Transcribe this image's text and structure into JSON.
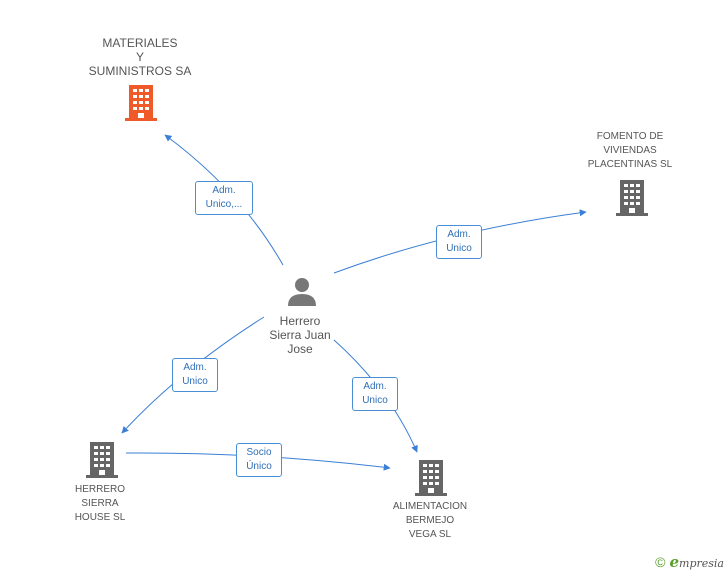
{
  "nodes": {
    "materiales": {
      "label": "MATERIALES\nY\nSUMINISTROS SA",
      "color": "#f05a28"
    },
    "fomento": {
      "label": "FOMENTO DE\nVIVIENDAS\nPLACENTINAS SL",
      "color": "#666666"
    },
    "person": {
      "label": "Herrero\nSierra Juan\nJose",
      "color": "#777777"
    },
    "herrero_house": {
      "label": "HERRERO\nSIERRA\nHOUSE SL",
      "color": "#666666"
    },
    "alimentacion": {
      "label": "ALIMENTACION\nBERMEJO\nVEGA SL",
      "color": "#666666"
    }
  },
  "edges": [
    {
      "id": "person-materiales",
      "label": "Adm.\nUnico,..."
    },
    {
      "id": "person-fomento",
      "label": "Adm.\nUnico"
    },
    {
      "id": "person-herrero-house",
      "label": "Adm.\nUnico"
    },
    {
      "id": "person-alimentacion",
      "label": "Adm.\nUnico"
    },
    {
      "id": "herrero-house-alimentacion",
      "label": "Socio\nÚnico"
    }
  ],
  "edge_color": "#3a7fd5",
  "footer": {
    "copyright_symbol": "©",
    "brand_initial": "e",
    "brand_rest": "mpresia"
  }
}
